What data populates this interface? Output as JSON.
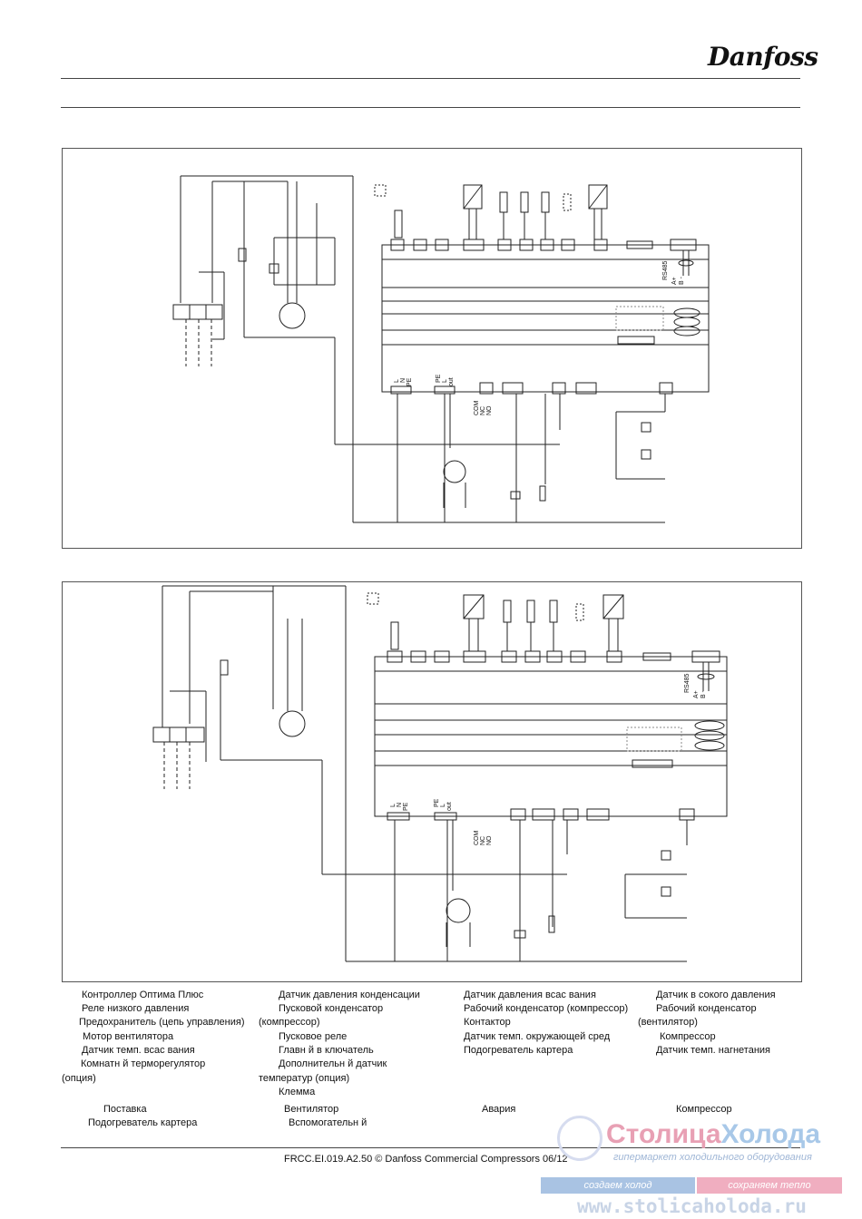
{
  "header": {
    "brand": "Danfoss"
  },
  "legend": {
    "row1": [
      "Контроллер Оптима Плюс",
      "Датчик давления конденсации",
      "Датчик давления всас    вания",
      "Датчик в    сокого давления"
    ],
    "row2": [
      "Реле низкого давления",
      "Пусковой конденсатор",
      "Рабочий конденсатор (компрессор)",
      "Рабочий конденсатор"
    ],
    "row3": [
      "Предохранитель (цепь управления)",
      "(компрессор)",
      "Контактор",
      "(вентилятор)"
    ],
    "row4": [
      "Мотор вентилятора",
      "Пусковое реле",
      "Датчик темп. окружающей сред",
      "Компрессор"
    ],
    "row5": [
      "Датчик темп. всас    вания",
      "Главн    й в    ключатель",
      "Подогреватель картера",
      "Датчик темп. нагнетания"
    ],
    "row6": [
      "Комнатн    й терморегулятор",
      "Дополнительн    й датчик"
    ],
    "row7": [
      "(опция)",
      "температур     (опция)"
    ],
    "row8": [
      "Клемма"
    ],
    "row9": [
      "Поставка",
      "Вентилятор",
      "Авария",
      "Компрессор"
    ],
    "row10": [
      "Подогреватель картера",
      "Вспомогательн    й"
    ]
  },
  "diagram_labels": {
    "rs485": "RS485",
    "a_plus": "A+",
    "b_minus": "B -",
    "l": "L",
    "n": "N",
    "pe": "PE",
    "out": "out",
    "com": "COM",
    "nc": "NC",
    "no": "NO"
  },
  "footer": {
    "text": "FRCC.EI.019.A2.50 © Danfoss Commercial Compressors 06/12"
  },
  "watermark": {
    "title_a": "Столица",
    "title_b": "Холода",
    "subtitle": "гипермаркет холодильного оборудования",
    "slogan_left": "создаем холод",
    "slogan_right": "сохраняем тепло",
    "url": "www.stolicaholoda.ru"
  }
}
